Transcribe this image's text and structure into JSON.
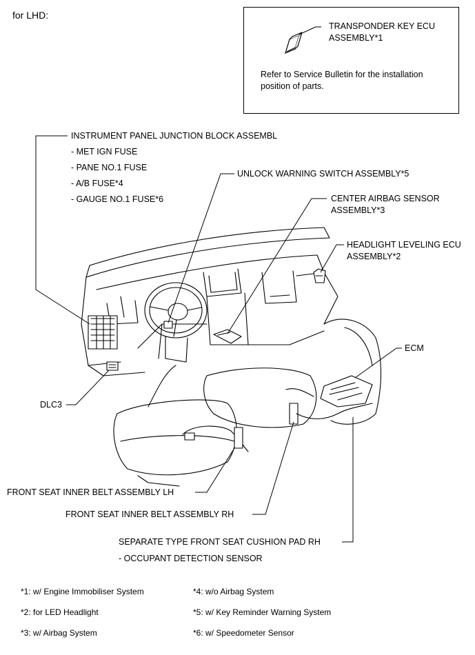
{
  "header": {
    "title": "for LHD:"
  },
  "notice": {
    "part": [
      "TRANSPONDER KEY ECU",
      "ASSEMBLY*1"
    ],
    "text": [
      "Refer to Service Bulletin for the installation",
      "position of parts."
    ]
  },
  "labels": {
    "ipjb": "INSTRUMENT PANEL JUNCTION BLOCK ASSEMBL",
    "ipjb_items": [
      "- MET IGN FUSE",
      "- PANE NO.1 FUSE",
      "- A/B FUSE*4",
      "- GAUGE NO.1 FUSE*6"
    ],
    "unlock": "UNLOCK WARNING SWITCH ASSEMBLY*5",
    "center_airbag": [
      "CENTER AIRBAG SENSOR",
      "ASSEMBLY*3"
    ],
    "headlight": [
      "HEADLIGHT LEVELING ECU",
      "ASSEMBLY*2"
    ],
    "ecm": "ECM",
    "dlc3": "DLC3",
    "belt_lh": "FRONT SEAT INNER BELT ASSEMBLY LH",
    "belt_rh": "FRONT SEAT INNER BELT ASSEMBLY RH",
    "cushion": "SEPARATE TYPE FRONT SEAT CUSHION PAD RH",
    "cushion_item": "- OCCUPANT DETECTION SENSOR"
  },
  "footnotes": {
    "left": [
      "*1: w/ Engine Immobiliser System",
      "*2: for LED Headlight",
      "*3: w/ Airbag System"
    ],
    "right": [
      "*4: w/o Airbag System",
      "*5: w/ Key Reminder Warning System",
      "*6: w/ Speedometer Sensor"
    ]
  }
}
